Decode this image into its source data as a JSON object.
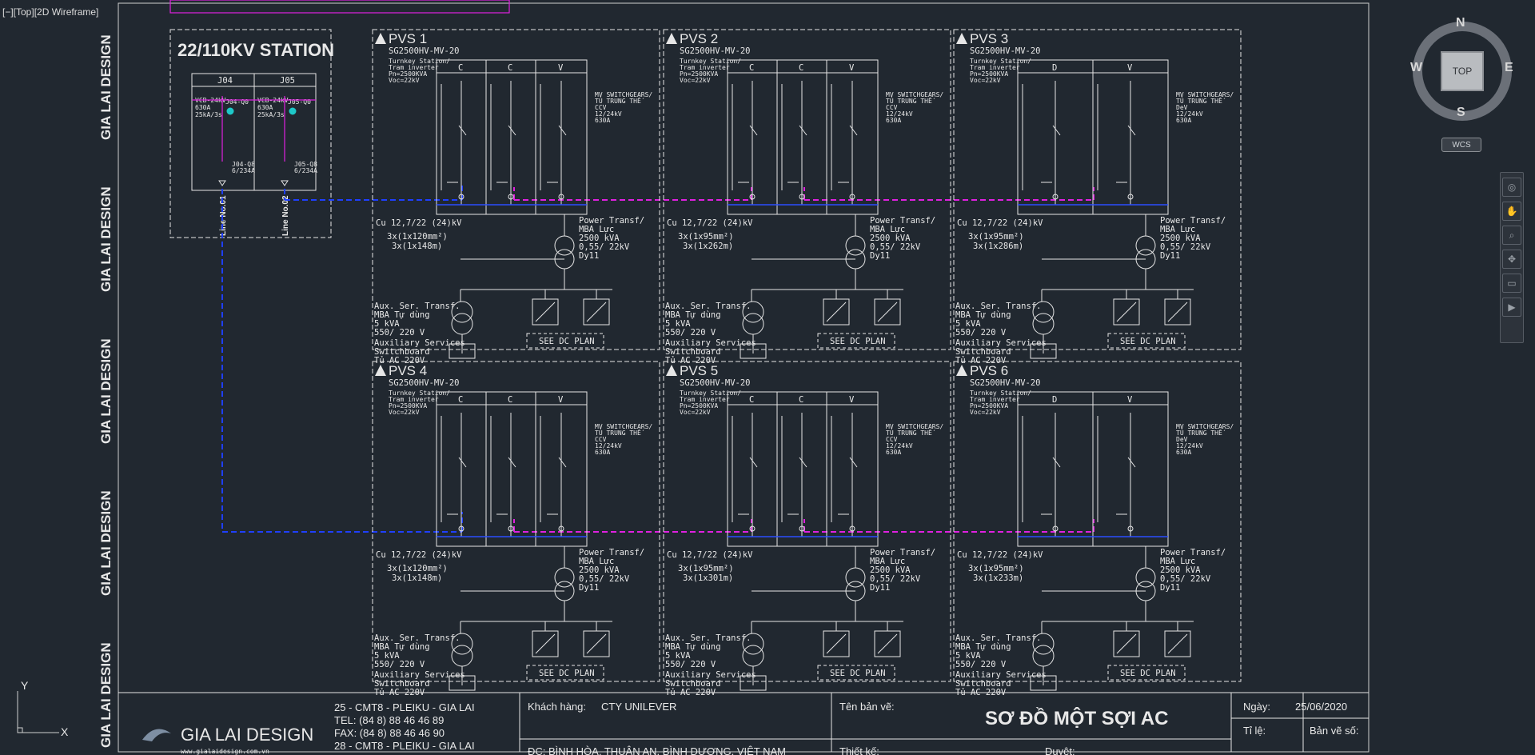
{
  "viewport_label": "[−][Top][2D Wireframe]",
  "watermark": "GIA LAI DESIGN",
  "station": {
    "title": "22/110KV STATION",
    "bays": [
      "J04",
      "J05"
    ],
    "bay_specs": [
      [
        "VCB-24kV",
        "630A",
        "25kA/3s"
      ],
      [
        "VCB-24kV",
        "630A",
        "25kA/3s"
      ]
    ],
    "bay_tags": [
      "J04-Q0",
      "J05-Q0"
    ],
    "bay_bottom_tags": [
      [
        "J04-Q8",
        "6/234A"
      ],
      [
        "J05-Q8",
        "6/234A"
      ]
    ],
    "lines": [
      "Line No.01",
      "Line No.02"
    ]
  },
  "pvs_common": {
    "inverter": "SG2500HV-MV-20",
    "station_desc": [
      "Turnkey Station/",
      "Tram inverter",
      "Pn=2500KVA",
      "Voc=22kV"
    ],
    "switchgear_desc": [
      "MV SWITCHGEARS/",
      "TỦ TRUNG THẾ"
    ],
    "switchgear_rating": [
      "12/24kV",
      "630A"
    ],
    "cable_type": "Cu 12,7/22 (24)kV",
    "transformer": [
      "Power Transf/",
      "MBA Lực",
      "2500 kVA",
      "0,55/ 22kV",
      "Dy11"
    ],
    "aux_transformer": [
      "Aux. Ser. Transf.",
      "MBA Tự dùng",
      "5 kVA",
      "550/ 220 V"
    ],
    "aux_switchboard": [
      "Auxiliary Services",
      "Switchboard",
      "Tủ AC 220V"
    ],
    "dc_plan": "SEE DC PLAN"
  },
  "pvs": [
    {
      "name": "PVS 1",
      "cells": [
        "C",
        "C",
        "V"
      ],
      "config": "CCV",
      "cable": [
        "3x(1x120mm²)",
        "3x(1x148m)"
      ]
    },
    {
      "name": "PVS 2",
      "cells": [
        "C",
        "C",
        "V"
      ],
      "config": "CCV",
      "cable": [
        "3x(1x95mm²)",
        "3x(1x262m)"
      ]
    },
    {
      "name": "PVS 3",
      "cells": [
        "D",
        "V"
      ],
      "config": "DeV",
      "cable": [
        "3x(1x95mm²)",
        "3x(1x286m)"
      ]
    },
    {
      "name": "PVS 4",
      "cells": [
        "C",
        "C",
        "V"
      ],
      "config": "CCV",
      "cable": [
        "3x(1x120mm²)",
        "3x(1x148m)"
      ]
    },
    {
      "name": "PVS 5",
      "cells": [
        "C",
        "C",
        "V"
      ],
      "config": "CCV",
      "cable": [
        "3x(1x95mm²)",
        "3x(1x301m)"
      ]
    },
    {
      "name": "PVS 6",
      "cells": [
        "D",
        "V"
      ],
      "config": "DeV",
      "cable": [
        "3x(1x95mm²)",
        "3x(1x233m)"
      ]
    }
  ],
  "title_block": {
    "address1": "25 - CMT8 - PLEIKU - GIA LAI",
    "tel": "TEL:   (84 8)  88 46 46 89",
    "fax": "FAX:   (84 8)  88 46 46 90",
    "address2": "28 - CMT8 - PLEIKU - GIA LAI",
    "logo_text": "GIA LAI DESIGN",
    "website": "www.gialaidesign.com.vn",
    "client_label": "Khách hàng:",
    "client_value": "CTY UNILEVER",
    "location": "ĐC: BÌNH HÒA, THUẬN AN, BÌNH DƯƠNG, VIỆT NAM",
    "drawing_name_label": "Tên bản vẽ:",
    "drawing_title": "SƠ ĐỒ MỘT SỢI AC",
    "design_label": "Thiết kế:",
    "approve_label": "Duyệt:",
    "date_label": "Ngày:",
    "date_value": "25/06/2020",
    "scale_label": "Tỉ lệ:",
    "sheet_label": "Bản vẽ số:"
  },
  "navcube": {
    "N": "N",
    "S": "S",
    "E": "E",
    "W": "W",
    "top": "TOP",
    "wcs": "WCS"
  },
  "ucs": {
    "x": "X",
    "y": "Y"
  },
  "colors": {
    "background": "#212830",
    "lines": "#e6e6e6",
    "feeder_blue": "#1f3fff",
    "feeder_magenta": "#e020e0",
    "busbar_blue": "#2a4dff"
  }
}
